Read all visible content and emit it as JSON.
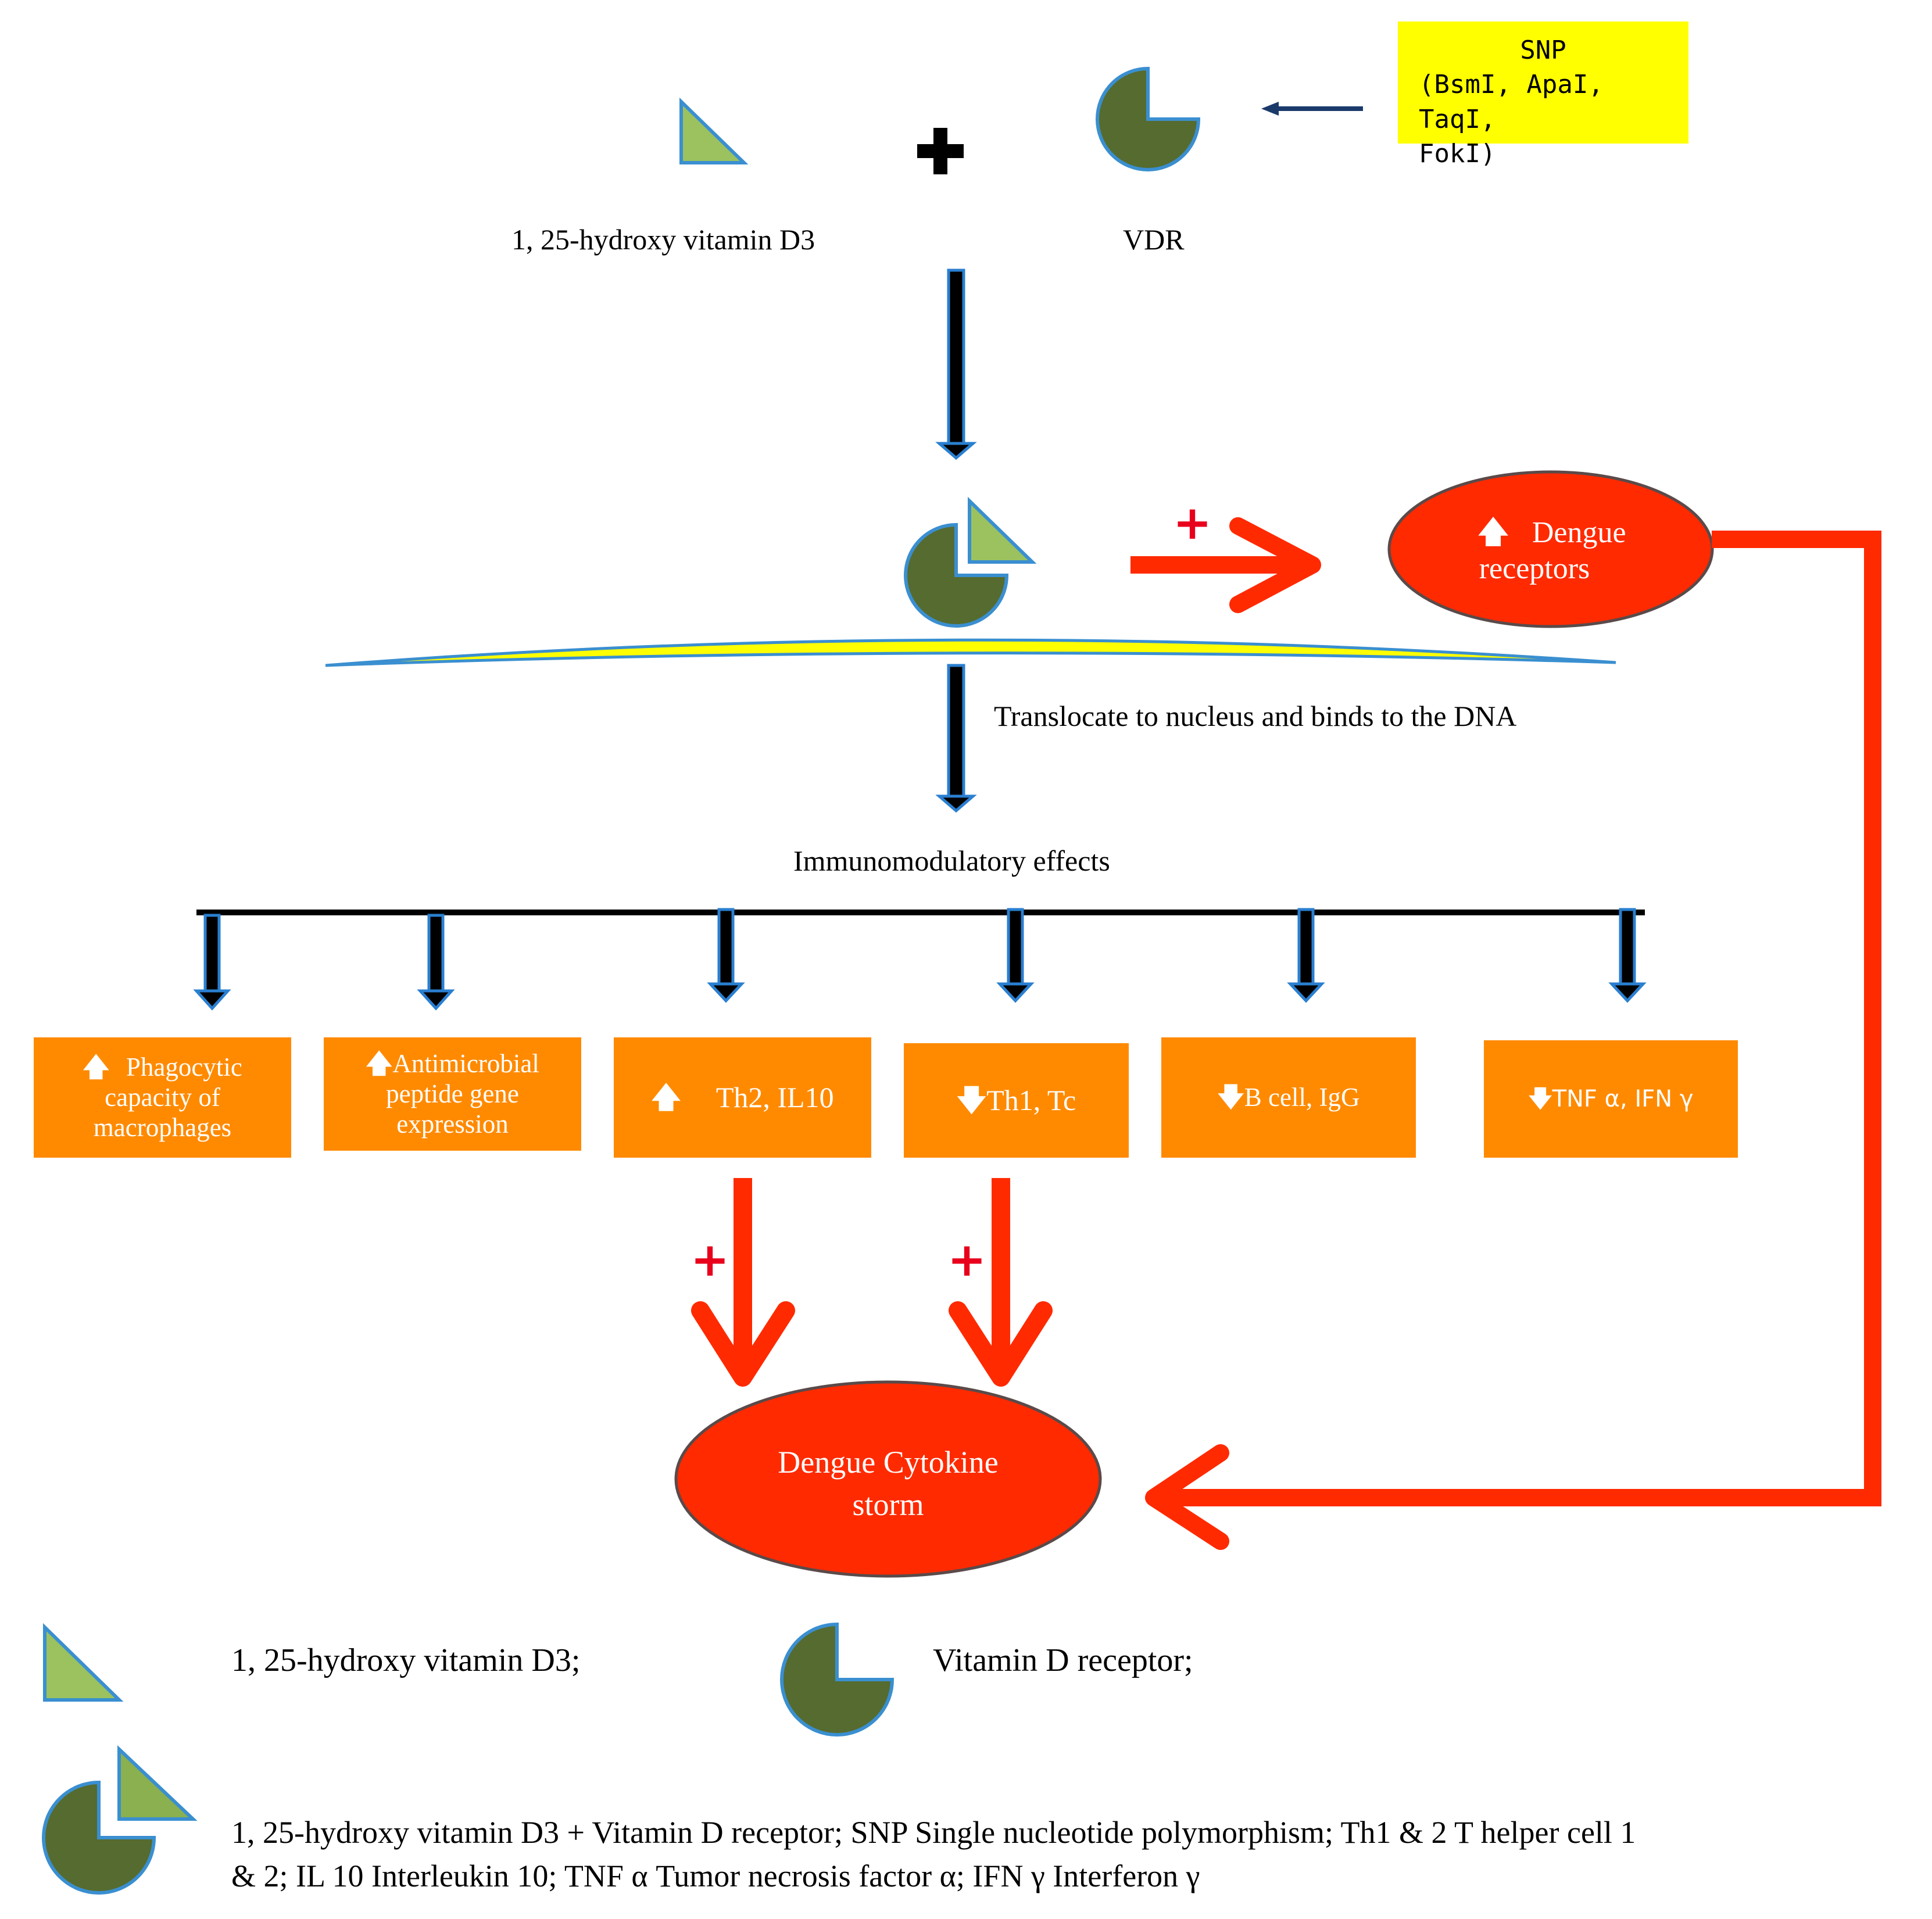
{
  "ligand_label": "1, 25-hydroxy vitamin D3",
  "receptor_label": "VDR",
  "snp": {
    "line1": "SNP",
    "line2": "(BsmI, ApaI, TaqI,",
    "line3": "FokI)"
  },
  "dengue_receptors": {
    "arrow": "🡅",
    "line1": "Dengue",
    "line2": "receptors"
  },
  "plus_sign": "+",
  "translocate_label": "Translocate to nucleus and binds to the DNA",
  "immuno_label": "Immunomodulatory effects",
  "effects": [
    {
      "arrow": "🡅",
      "lines": [
        "Phagocytic",
        "capacity of",
        "macrophages"
      ]
    },
    {
      "arrow": "🡅",
      "lines": [
        "Antimicrobial",
        "peptide gene",
        "expression"
      ]
    },
    {
      "arrow": "🡅",
      "lines": [
        "Th2, IL10"
      ]
    },
    {
      "arrow": "🡇",
      "lines": [
        "Th1, Tc"
      ]
    },
    {
      "arrow": "🡇",
      "lines": [
        "B cell, IgG"
      ]
    },
    {
      "arrow": "🡇",
      "lines": [
        "TNF α, IFN γ"
      ]
    }
  ],
  "cytokine_storm": {
    "line1": "Dengue Cytokine",
    "line2": "storm"
  },
  "legend": {
    "ligand": "1, 25-hydroxy vitamin D3;",
    "receptor": "Vitamin D receptor;",
    "complex_line1": "1, 25-hydroxy vitamin D3 + Vitamin D receptor; SNP Single nucleotide polymorphism; Th1 & 2  T helper cell 1",
    "complex_line2": "& 2;   IL 10 Interleukin 10; TNF α Tumor necrosis factor α; IFN γ Interferon γ"
  },
  "colors": {
    "ligand_green": "#9bc25f",
    "receptor_green": "#556b2f",
    "outline_blue": "#3a8fd0",
    "red": "#ff2a00",
    "orange": "#ff8a00",
    "snp_yellow": "#ffff00"
  }
}
